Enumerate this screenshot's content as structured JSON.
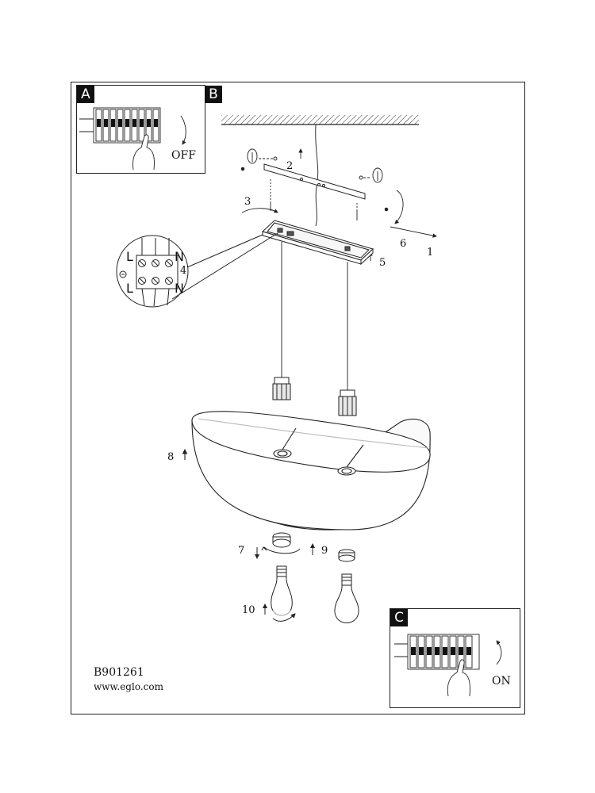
{
  "panels": {
    "a": {
      "label": "A",
      "caption": "OFF"
    },
    "b": {
      "label": "B"
    },
    "c": {
      "label": "C",
      "caption": "ON"
    }
  },
  "steps": [
    "1",
    "2",
    "3",
    "4",
    "5",
    "6",
    "7",
    "8",
    "9",
    "10"
  ],
  "wiring": {
    "top_left": "L",
    "top_right": "N",
    "bottom_left": "L",
    "bottom_right": "N"
  },
  "footer": {
    "code": "B901261",
    "website": "www.eglo.com"
  }
}
